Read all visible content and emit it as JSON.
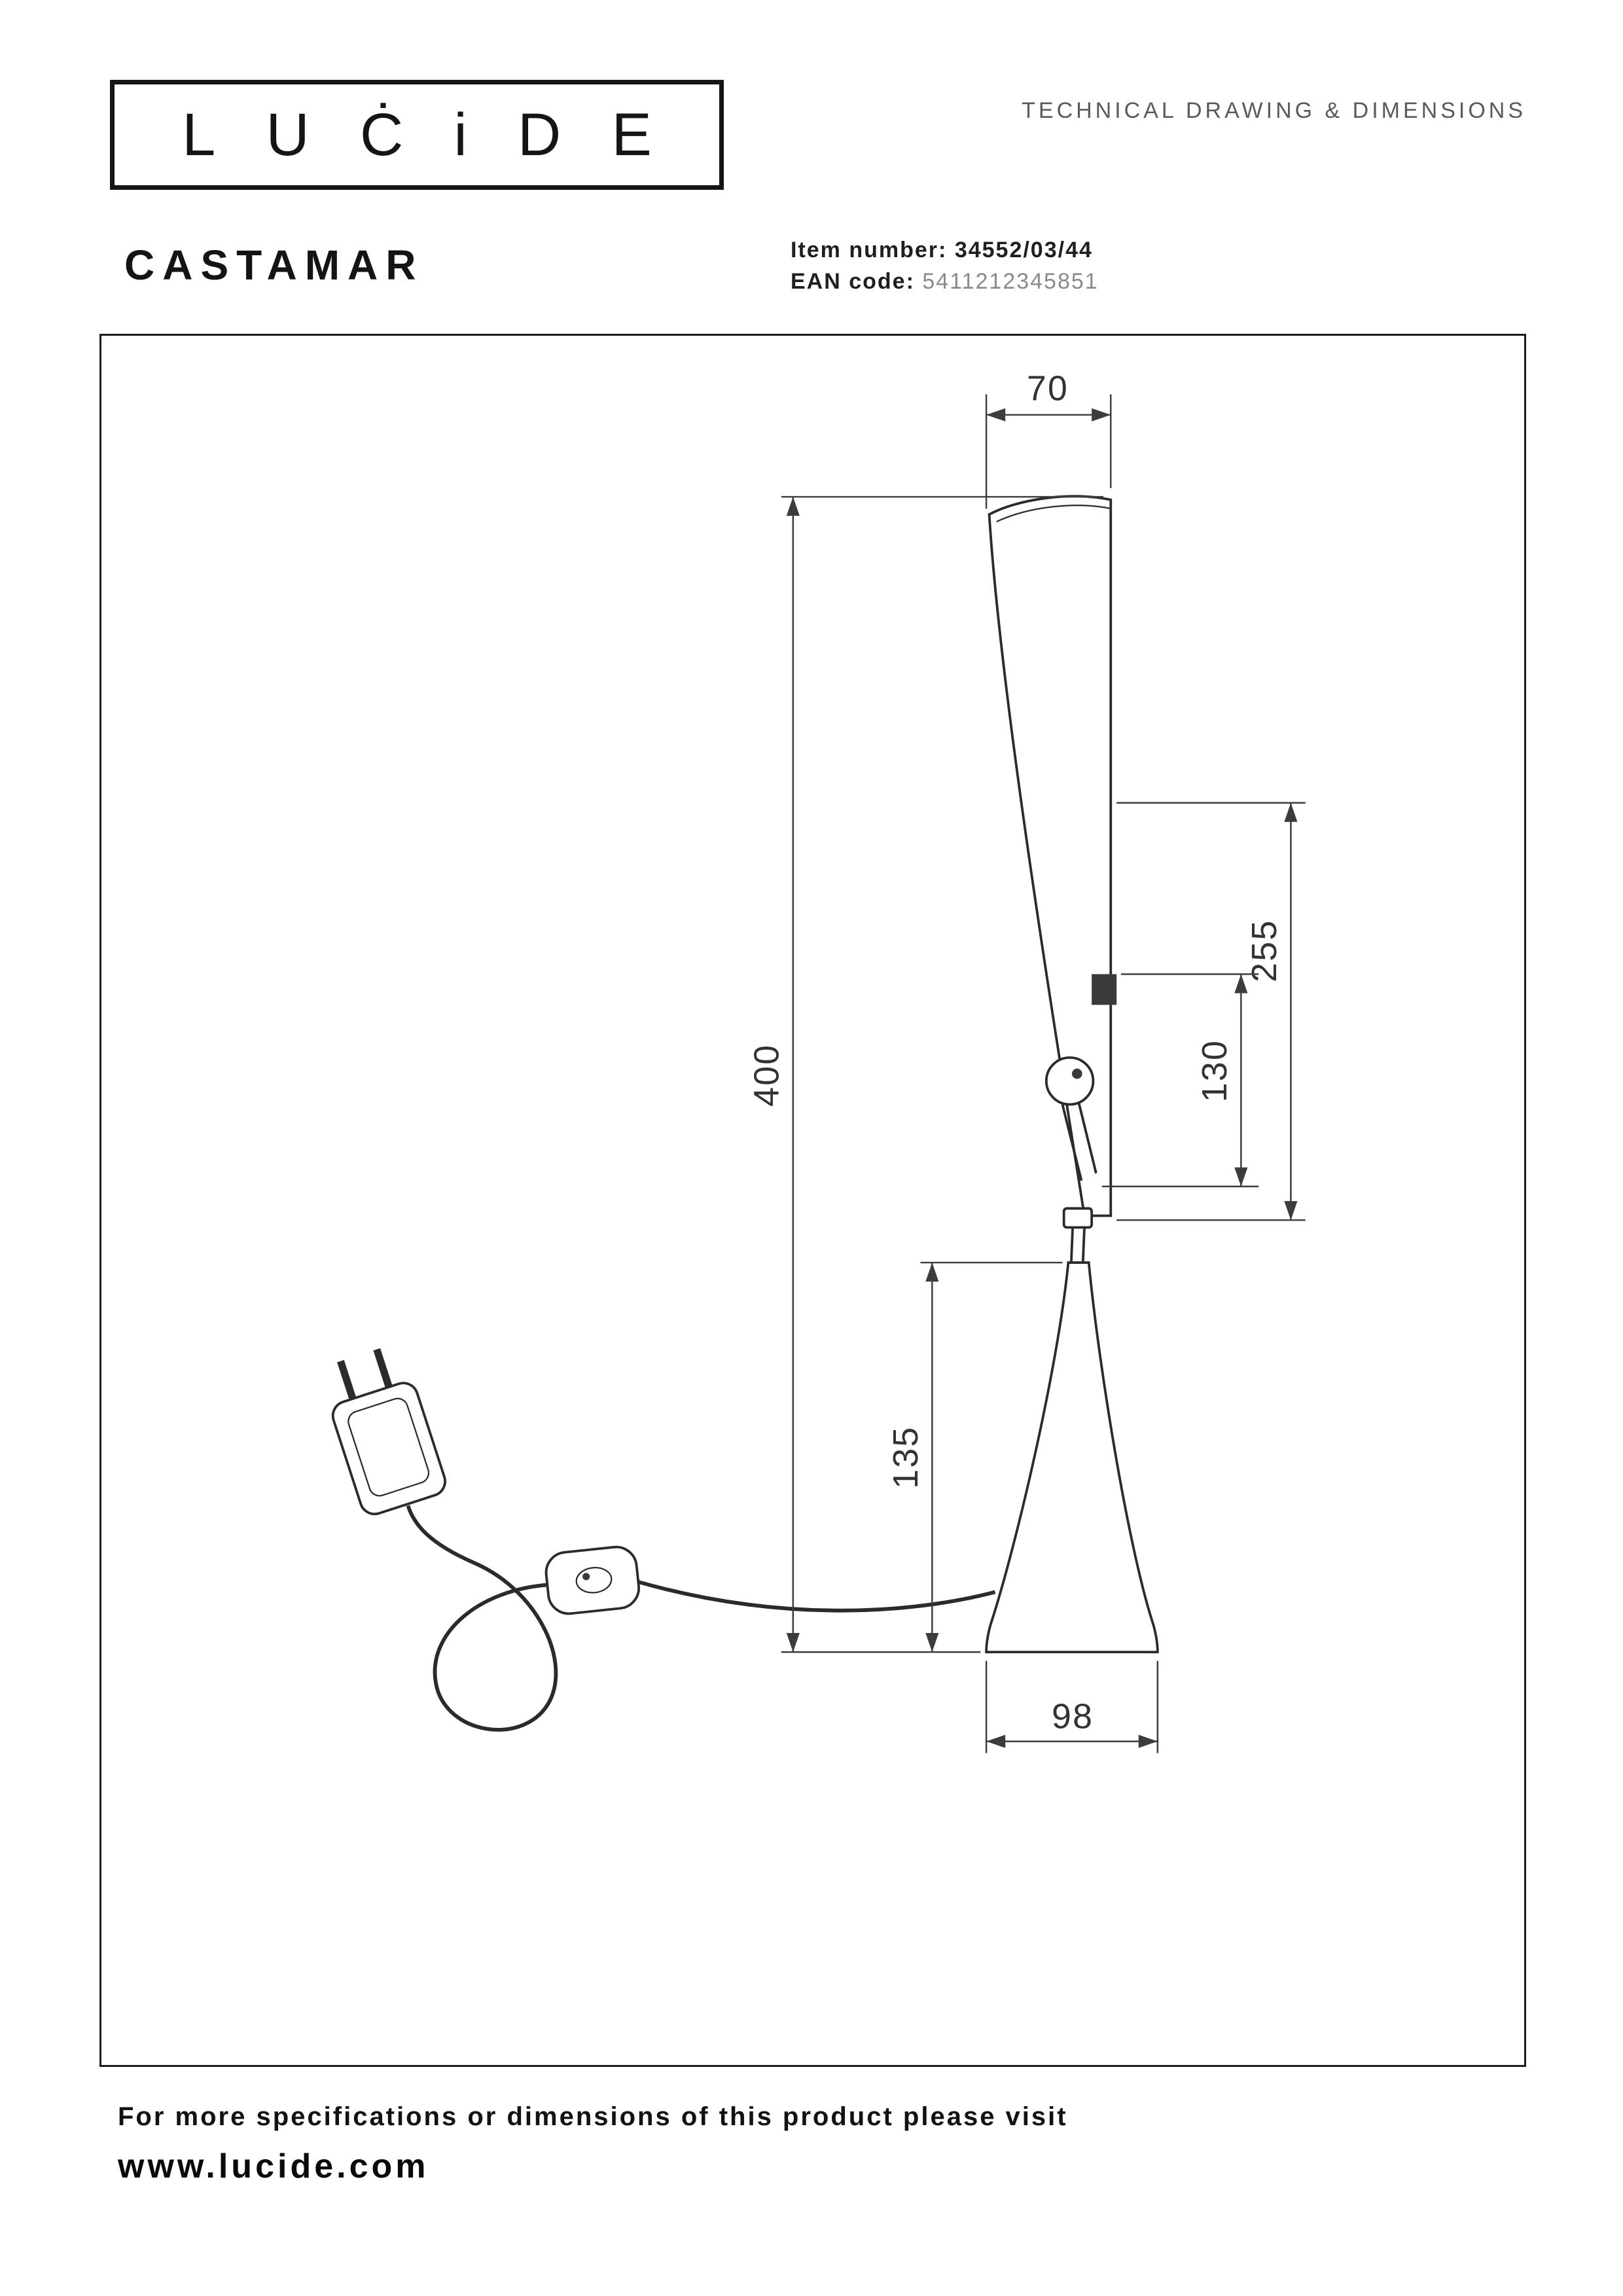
{
  "header": {
    "logo_letters": [
      "L",
      "U",
      "Ċ",
      "i",
      "D",
      "E"
    ],
    "title": "TECHNICAL DRAWING & DIMENSIONS"
  },
  "product": {
    "name": "CASTAMAR",
    "item_label": "Item number:",
    "item_value": "34552/03/44",
    "ean_label": "EAN code:",
    "ean_value": "5411212345851"
  },
  "drawing": {
    "dimensions": {
      "shade_top_depth": "70",
      "total_height": "400",
      "shade_height": "255",
      "shade_inner_height": "130",
      "base_height": "135",
      "base_width": "98"
    }
  },
  "footer": {
    "note": "For more specifications or dimensions of this product please visit",
    "website": "www.lucide.com"
  }
}
